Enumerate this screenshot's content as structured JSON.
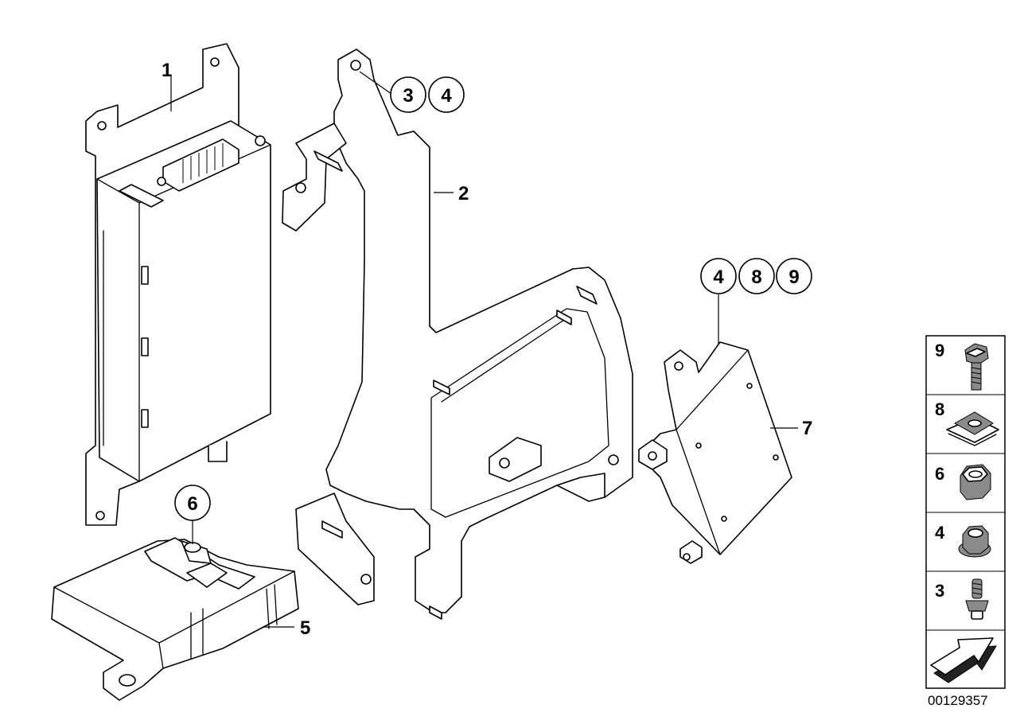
{
  "diagram_number": "00129357",
  "part_labels": {
    "p1": "1",
    "p2": "2",
    "p5": "5",
    "p7": "7"
  },
  "callouts": {
    "c3": "3",
    "c4a": "4",
    "c4b": "4",
    "c8": "8",
    "c9": "9",
    "c6": "6"
  },
  "legend": [
    {
      "label": "9",
      "icon": "hex-bolt-icon"
    },
    {
      "label": "8",
      "icon": "clip-nut-icon"
    },
    {
      "label": "6",
      "icon": "hex-nut-icon"
    },
    {
      "label": "4",
      "icon": "flange-nut-icon"
    },
    {
      "label": "3",
      "icon": "stud-bolt-icon"
    },
    {
      "label": "",
      "icon": "arrow-icon"
    }
  ]
}
